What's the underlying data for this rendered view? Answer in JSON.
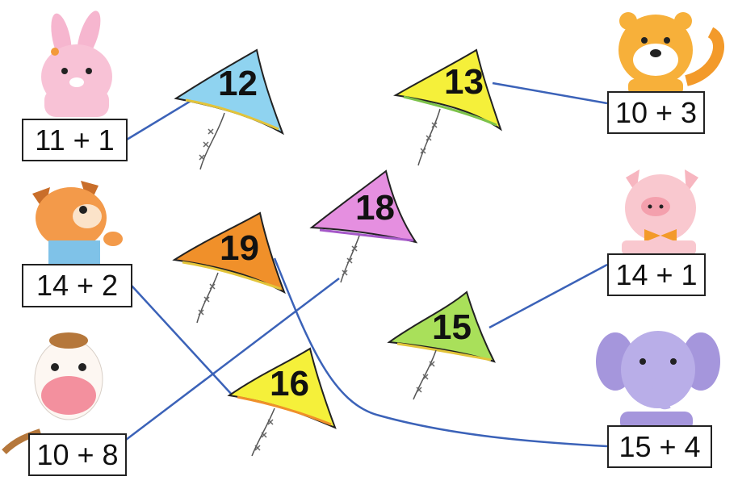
{
  "expressions": {
    "rabbit": "11 + 1",
    "dog": "14 + 2",
    "cow": "10 + 8",
    "tiger": "10 + 3",
    "pig": "14 + 1",
    "elephant": "15 + 4"
  },
  "kites": {
    "k12": {
      "number": "12",
      "color": "#8fd3f0"
    },
    "k13": {
      "number": "13",
      "color": "#f5f03a"
    },
    "k18": {
      "number": "18",
      "color": "#e58fe0"
    },
    "k19": {
      "number": "19",
      "color": "#f0902a"
    },
    "k15": {
      "number": "15",
      "color": "#a9e05a"
    },
    "k16": {
      "number": "16",
      "color": "#f5f03a"
    }
  },
  "line_color": "#3b62b8"
}
